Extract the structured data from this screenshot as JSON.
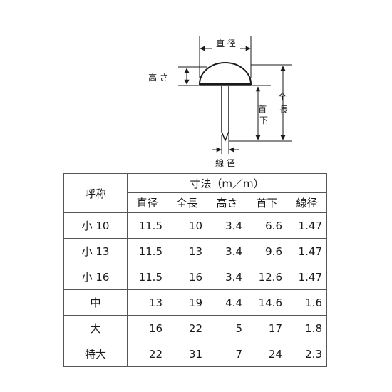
{
  "diagram": {
    "labels": {
      "diameter": "直 径",
      "height": "高 さ",
      "total_length": "全長",
      "under_head": "首下",
      "wire_diameter": "線 径"
    }
  },
  "table": {
    "header_name": "呼称",
    "header_group": "寸法（m／m）",
    "columns": [
      "直径",
      "全長",
      "高さ",
      "首下",
      "線径"
    ],
    "rows": [
      {
        "name": "小 10",
        "values": [
          "11.5",
          "10",
          "3.4",
          "6.6",
          "1.47"
        ]
      },
      {
        "name": "小 13",
        "values": [
          "11.5",
          "13",
          "3.4",
          "9.6",
          "1.47"
        ]
      },
      {
        "name": "小 16",
        "values": [
          "11.5",
          "16",
          "3.4",
          "12.6",
          "1.47"
        ]
      },
      {
        "name": "中",
        "values": [
          "13",
          "19",
          "4.4",
          "14.6",
          "1.6"
        ]
      },
      {
        "name": "大",
        "values": [
          "16",
          "22",
          "5",
          "17",
          "1.8"
        ]
      },
      {
        "name": "特大",
        "values": [
          "22",
          "31",
          "7",
          "24",
          "2.3"
        ]
      }
    ]
  }
}
